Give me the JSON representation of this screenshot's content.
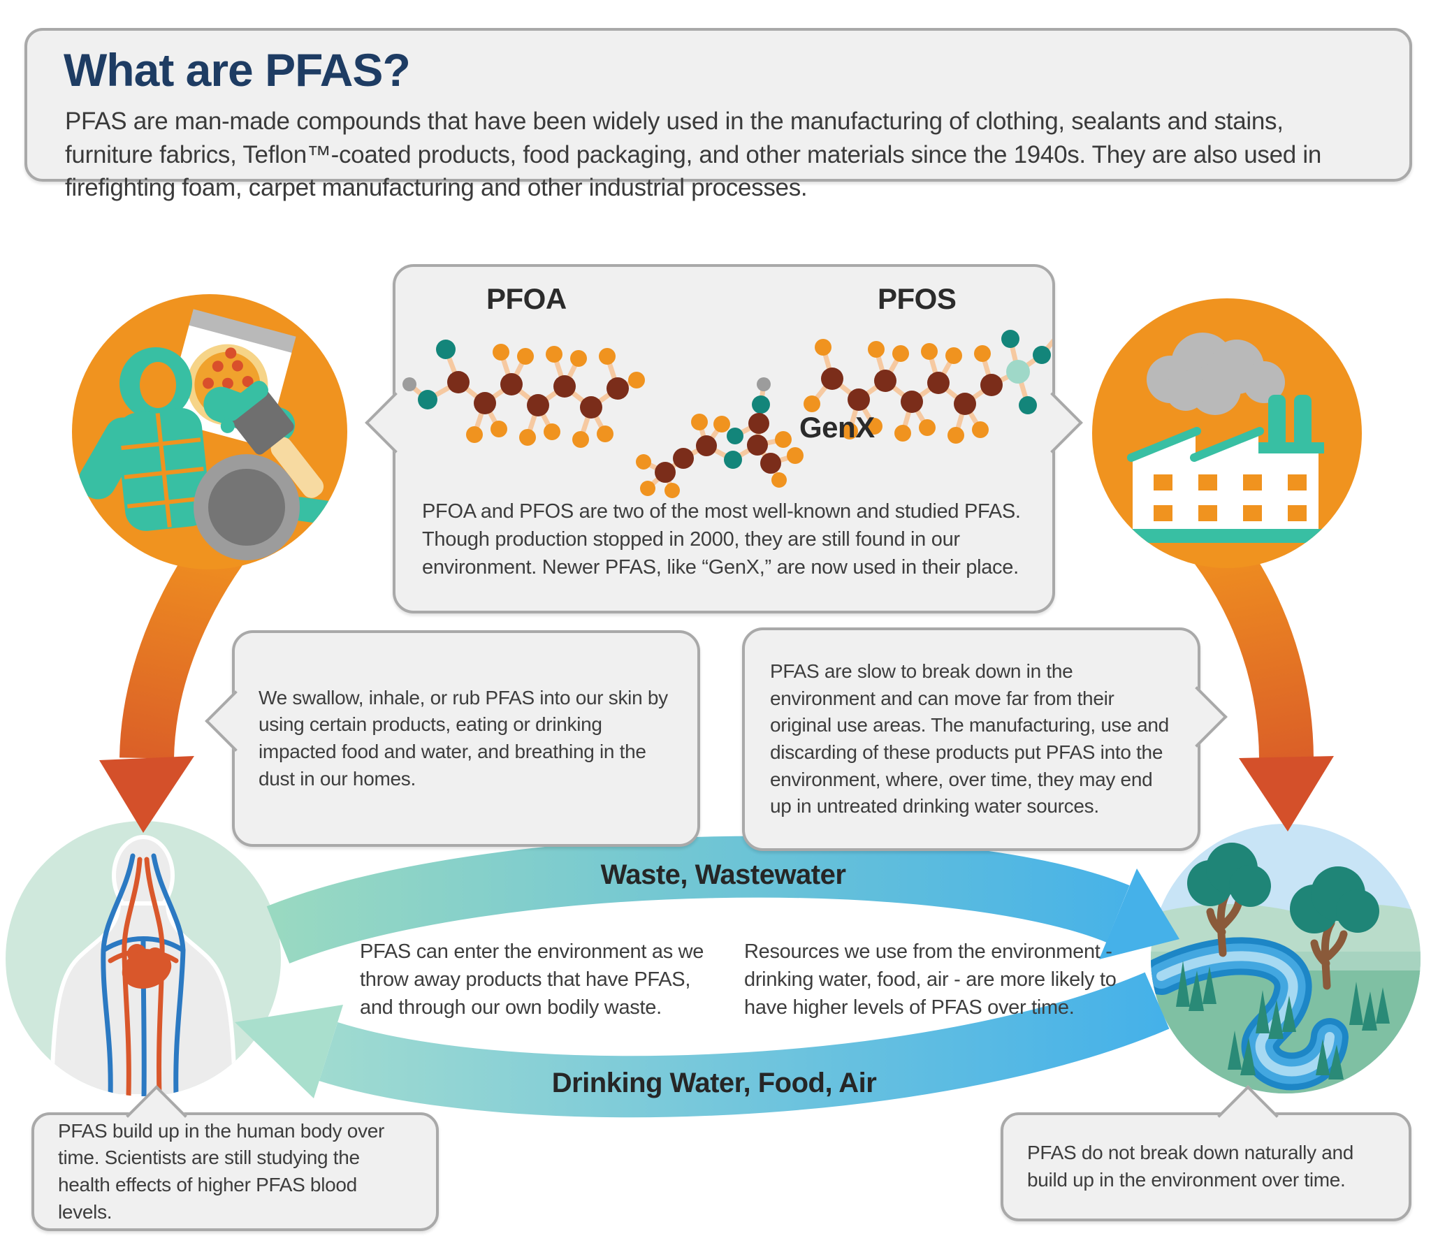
{
  "header": {
    "title": "What are PFAS?",
    "body": "PFAS are man-made compounds that have been widely used in the manufacturing of clothing, sealants and stains, furniture fabrics, Teflon™-coated products, food packaging, and other materials since the 1940s. They are also used in firefighting foam, carpet manufacturing and other industrial processes."
  },
  "molecules": {
    "pfoa_label": "PFOA",
    "pfos_label": "PFOS",
    "genx_label": "GenX",
    "caption": "PFOA and PFOS are two of the most well-known and studied PFAS. Though production stopped in 2000, they are still found in our environment. Newer PFAS, like “GenX,” are now used in their place."
  },
  "bubbles": {
    "exposure": "We swallow, inhale, or rub PFAS into our skin by using certain products, eating or drinking impacted food and water, and breathing in the dust in our homes.",
    "spread": "PFAS are slow to break down in the environment and can move far from their original use areas. The manufacturing, use and discarding of these products put PFAS into the environment, where, over time, they may end up in untreated drinking water sources.",
    "body_buildup": "PFAS build up in the human body over time. Scientists are still studying the health effects of higher PFAS blood levels.",
    "env_buildup": "PFAS do not break down naturally and build up in the environment over time."
  },
  "cycle": {
    "waste_label": "Waste, Wastewater",
    "drinking_label": "Drinking Water, Food, Air",
    "waste_caption": "PFAS can enter the environment as we throw away products that have PFAS, and through our own bodily waste.",
    "resources_caption": "Resources we use from the environment - drinking water, food, air - are more likely to have higher levels of PFAS over time."
  },
  "icons": {
    "products_circle": "jacket, pizza, paintbrush, frying pan",
    "factory_circle": "factory with smoke cloud",
    "human_circle": "human circulatory system",
    "environment_circle": "river landscape with trees"
  },
  "colors": {
    "orange": "#f0931f",
    "orange_deep": "#d4502a",
    "teal": "#38bfa3",
    "navy": "#1e3c63",
    "box_bg": "#f0f0f0",
    "box_border": "#a9a9a9",
    "mint": "#cfe8dc",
    "blue": "#45b1e9",
    "atom_carbon": "#7b2d1a",
    "atom_fluorine": "#f0931f",
    "atom_oxygen": "#13857a",
    "atom_hydrogen": "#9c9c9c",
    "atom_sulfur": "#9fd8c8",
    "bond": "#f6c9a1"
  }
}
